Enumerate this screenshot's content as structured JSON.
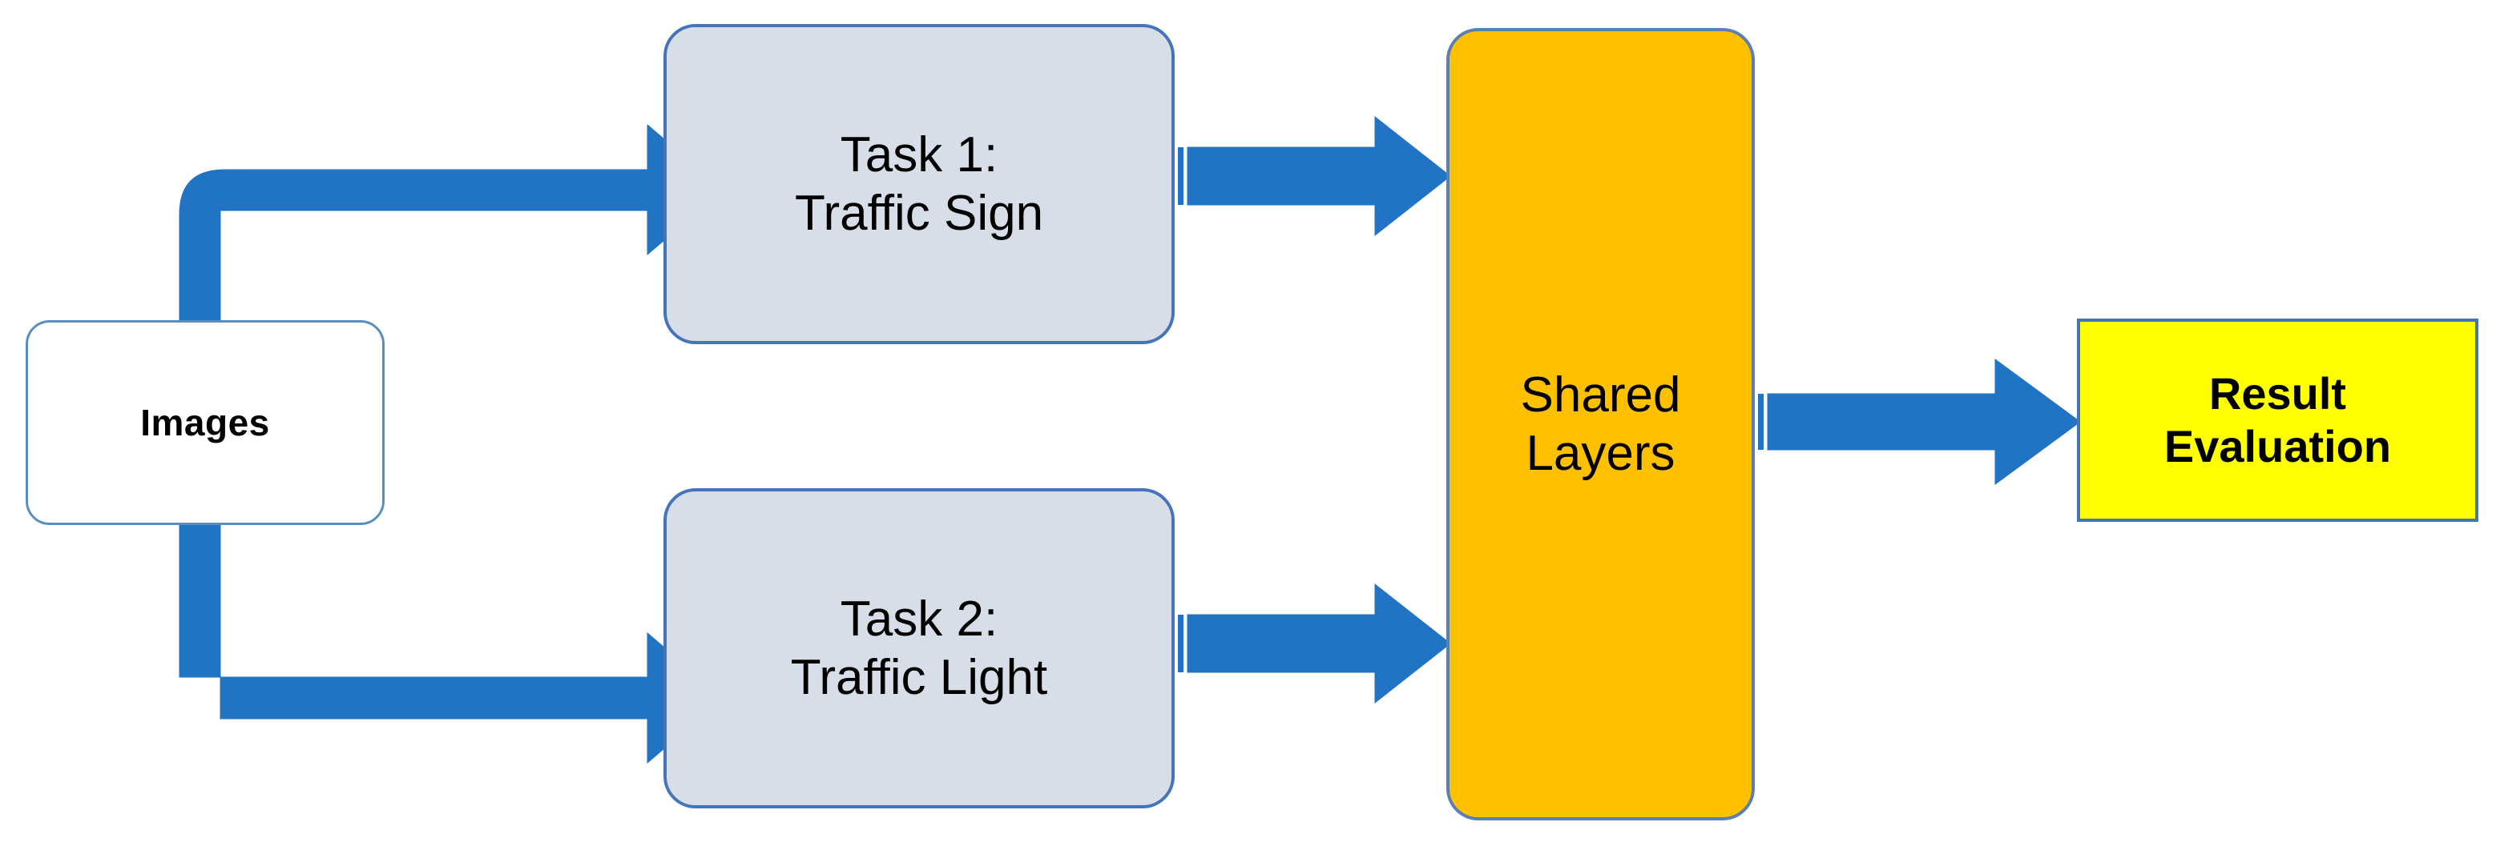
{
  "diagram": {
    "title": "Multi-task learning pipeline for traffic sign and traffic light detection",
    "background_color": "#FFFFFF",
    "nodes": {
      "images": {
        "label": "Images",
        "fill": "#FFFFFF",
        "border": "#5B8DC0",
        "text_color": "#000000",
        "shape": "rounded-rectangle"
      },
      "task1": {
        "label": "Task 1:\nTraffic Sign",
        "line1": "Task 1:",
        "line2": "Traffic Sign",
        "fill": "#D7DEE8",
        "border": "#4674B8",
        "text_color": "#000000",
        "shape": "rounded-rectangle"
      },
      "task2": {
        "label": "Task 2:\nTraffic Light",
        "line1": "Task 2:",
        "line2": "Traffic Light",
        "fill": "#D7DEE8",
        "border": "#4674B8",
        "text_color": "#000000",
        "shape": "rounded-rectangle"
      },
      "shared": {
        "label": "Shared\nLayers",
        "line1": "Shared",
        "line2": "Layers",
        "fill": "#FFC000",
        "border": "#5B7FB0",
        "text_color": "#000000",
        "shape": "rounded-rectangle"
      },
      "result": {
        "label": "Result\nEvaluation",
        "line1": "Result",
        "line2": "Evaluation",
        "fill": "#FFFF00",
        "border": "#4674B8",
        "text_color": "#000000",
        "shape": "rectangle"
      }
    },
    "connectors": [
      {
        "name": "images-to-task1",
        "from": "images",
        "to": "task1",
        "style": "elbow-block-arrow",
        "color": "#2173C4",
        "direction": "up-then-right"
      },
      {
        "name": "images-to-task2",
        "from": "images",
        "to": "task2",
        "style": "elbow-block-arrow",
        "color": "#2173C4",
        "direction": "down-then-right"
      },
      {
        "name": "task1-to-shared",
        "from": "task1",
        "to": "shared",
        "style": "block-arrow",
        "color": "#2173C4",
        "direction": "right"
      },
      {
        "name": "task2-to-shared",
        "from": "task2",
        "to": "shared",
        "style": "block-arrow",
        "color": "#2173C4",
        "direction": "right"
      },
      {
        "name": "shared-to-result",
        "from": "shared",
        "to": "result",
        "style": "block-arrow",
        "color": "#2173C4",
        "direction": "right"
      }
    ]
  }
}
